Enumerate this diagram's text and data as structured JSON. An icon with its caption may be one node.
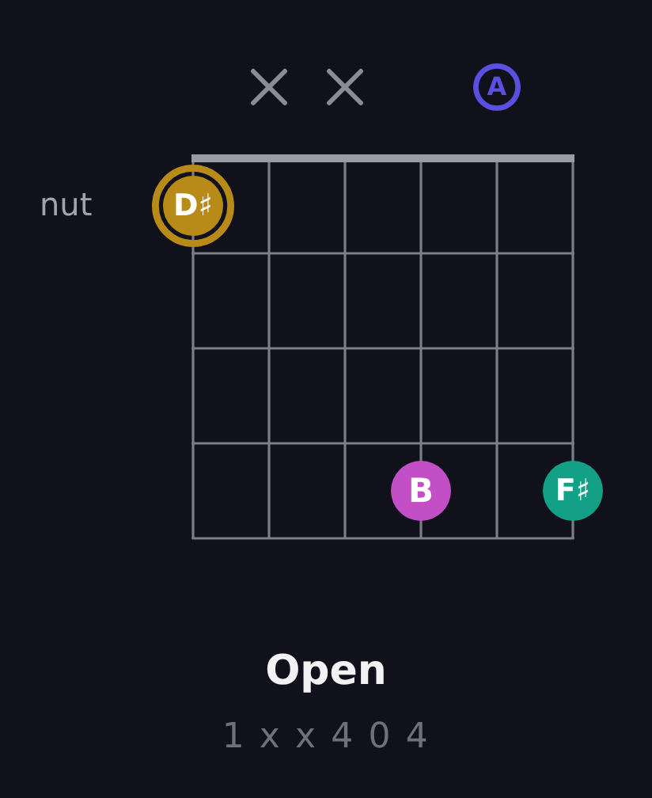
{
  "diagram": {
    "title": "Open",
    "caption": "1 x x 4 0 4",
    "nodes": [
      {
        "text": [
          "A"
        ]
      },
      {
        "text": [
          "D♯"
        ]
      },
      {
        "text": [
          "B"
        ]
      },
      {
        "text": [
          "F♯"
        ]
      }
    ],
    "labels": [
      "nut"
    ]
  }
}
